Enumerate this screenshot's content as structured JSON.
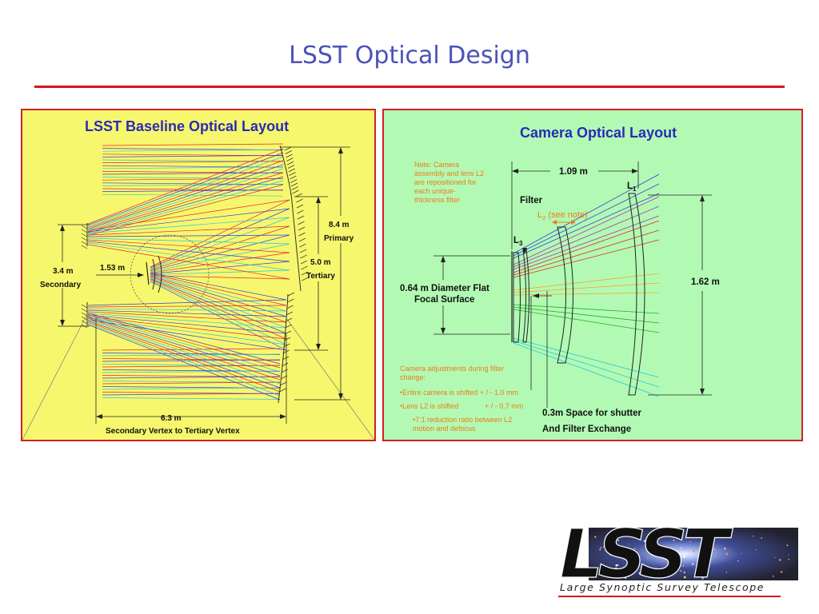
{
  "slide": {
    "title": "LSST Optical Design"
  },
  "baseline_layout": {
    "title": "LSST Baseline Optical Layout",
    "labels": {
      "primary_dim": "8.4 m",
      "primary_name": "Primary",
      "tertiary_dim": "5.0 m",
      "tertiary_name": "Tertiary",
      "secondary_dim": "3.4 m",
      "secondary_name": "Secondary",
      "camera_dim": "1.53 m",
      "vertex_dim": "6.3 m",
      "vertex_caption": "Secondary Vertex to Tertiary Vertex"
    }
  },
  "camera_layout": {
    "title": "Camera Optical Layout",
    "note_lines": [
      "Note: Camera",
      "assembly and lens L2",
      "are repositioned for",
      "each unique-",
      "thickness filter"
    ],
    "length_dim": "1.09 m",
    "l1_label": "L",
    "l1_sub": "1",
    "filter_label": "Filter",
    "l2_label": "L",
    "l2_sub": "2",
    "l2_note": "(see note)",
    "l3_label": "L",
    "l3_sub": "3",
    "focal_line1": "0.64 m Diameter Flat",
    "focal_line2": "Focal Surface",
    "aperture_dim": "1.62 m",
    "adjust_lines": [
      "Camera adjustments during filter",
      "change:"
    ],
    "adjust_item1": "•Entire camera is shifted + / - 1.0 mm",
    "adjust_item2a": "•Lens L2 is shifted",
    "adjust_item2b": "+ / - 0.7 mm",
    "adjust_item3_lines": [
      "•7:1 reduction ratio between L2",
      "motion and defocus"
    ],
    "shutter_line1": "0.3m Space for shutter",
    "shutter_line2": "And Filter Exchange"
  },
  "logo": {
    "text": "LSST",
    "tagline": "Large Synoptic Survey Telescope"
  },
  "colors": {
    "title": "#4a52b8",
    "rule": "#d8161c",
    "panel_border": "#d41f26",
    "left_bg": "#f7f76e",
    "right_bg": "#b2fab4",
    "panel_title": "#2a2ab8",
    "note": "#f07a18",
    "ray_colors": [
      "#e8262a",
      "#3a3ae0",
      "#27c8d8",
      "#20b020",
      "#ffa020",
      "#b030b0"
    ]
  }
}
